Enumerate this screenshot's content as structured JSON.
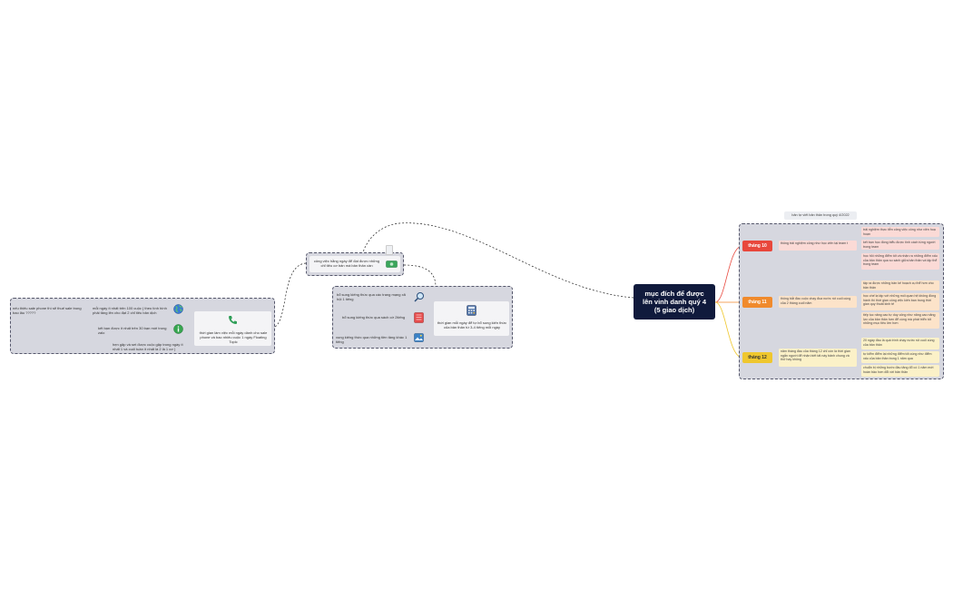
{
  "central": {
    "title": "mục đích để được lên vinh danh quý 4   (5 giao dịch)"
  },
  "floating_note": "bản tự viết bản thân trong quý 4/2022",
  "right_branch": {
    "months": [
      {
        "label": "tháng 10",
        "color": "#e8473c",
        "summary": "thông trải nghiệm công như học viên tại team t",
        "leaves": [
          "trải nghiệm thực tiễn công việc công như viên hoạ hoạn",
          "kết bạn học đồng biểu được tình cách từng người trong team",
          "học hỏi những điểm tốt và nhận ra những điểm xấu của bản thân qua so sánh giữa bản thân và tập thể trong team"
        ]
      },
      {
        "label": "tháng 11",
        "color": "#f08a2c",
        "summary": "thông bắt đầu cuộc chạy đua nước rút cuối cùng của 2 tháng cuối năm",
        "leaves": [
          "tập ra được những bản kế hoạch cụ thể hơn cho bản thân",
          "học chế lạ tập với những mối quan hệ không đồng hành thì thời gian công việc kiến ban trong thời gian quy thoát kinh tế",
          "tiếp tục nâng cao tự duy công như năng cao năng lực của bản thân hơn để cùng mà phát triển tốt những mục tiêu lớn hơn"
        ]
      },
      {
        "label": "tháng 12",
        "color": "#efc72e",
        "summary": "năm tháng đầu của tháng 12 chỉ còn là thời gian ngắn người để nhận biết tất này bảnh chung và thử hay không",
        "leaves": [
          "20 ngày đầu là quá trình chạy nước rút cuối cùng của bản thân",
          "tự kiểm điểm lại những điểm tốt cùng như điểm xấu của bản thân trong 1 năm qua",
          "chuẩn bị những bước đầu tăng đổ có 1 năm mới hoàn bảo hơn đổi với bản thân"
        ]
      }
    ]
  },
  "middle_branch": {
    "top_node": "công việc hằng ngày để đạt được những chỉ tiêu cơ bản mà bản thân cần",
    "main_node": "thời gian mỗi ngày để tự bổ sung kiến thức của bản thân từ 3-4 tiếng mỗi ngày",
    "items": [
      "bổ sung kiếng thức qua các trang mạng xã hội 1 tiếng",
      "bổ sung kiếng thức qua sách cớ 2tiếng",
      "xung kiếng thức qua những tiền tảng khác 1 tiếng"
    ]
  },
  "left_branch": {
    "main_node": "thời gian làm việc mỗi ngày dành cho sale phone và bao nhiêu cuộc 1 ngày Floating Topic",
    "items": [
      "nếu thiếu sale phone thì sẽ thuế sale trong bao lâu ?????",
      "mỗi ngày ít nhất trên 100 cuộc ( theo tình hình phải tăng lên cho đạt 2 chỉ tiêu bản dịch",
      "kết bạn được ít nhất trên 30 bạn mới trong zalo",
      "hẹn gặp và set được cuộc gặp trong ngày ít nhất 1 và cuối tuần ít nhất là 2 là 1 cơ )"
    ]
  },
  "colors": {
    "central": "#101a3c",
    "group_fill": "#d6d7df",
    "group_border": "#55576b"
  },
  "icons": [
    "globe-icon",
    "info-icon",
    "phone-icon",
    "magnifier-icon",
    "notebook-icon",
    "photo-icon",
    "calculator-icon",
    "money-icon"
  ]
}
